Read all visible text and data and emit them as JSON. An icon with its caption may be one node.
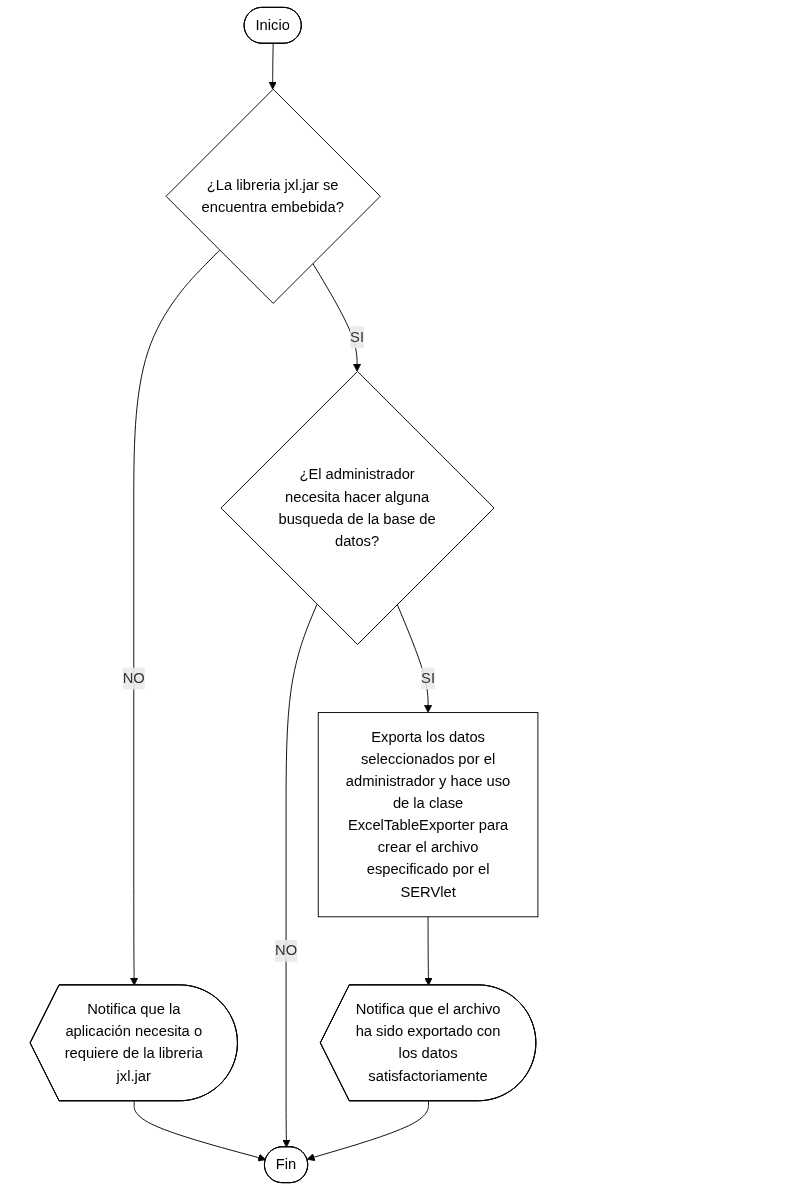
{
  "diagram": {
    "nodes": [
      {
        "text": [
          "Inicio"
        ]
      },
      {
        "text": [
          "¿La libreria jxl.jar se encuentra embebida?"
        ]
      },
      {
        "text": [
          "Notifica que la aplicación necesita o requiere de la libreria jxl.jar"
        ]
      },
      {
        "text": [
          "Fin"
        ]
      },
      {
        "text": [
          "¿El administrador necesita hacer alguna busqueda de la base de datos?"
        ]
      },
      {
        "text": [
          "Exporta los datos seleccionados por el administrador y hace uso de la clase ExcelTableExporter para crear el archivo especificado por el SERVlet"
        ]
      },
      {
        "text": [
          "Notifica que el archivo ha sido exportado con los datos satisfactoriamente"
        ]
      }
    ],
    "edges": [
      {
        "from": 0,
        "to": 1,
        "arrow": "to"
      },
      {
        "from": 1,
        "to": 2,
        "arrow": "to",
        "label": "NO"
      },
      {
        "from": 2,
        "to": 3,
        "arrow": "to"
      },
      {
        "from": 1,
        "to": 4,
        "arrow": "to",
        "label": "SI"
      },
      {
        "from": 4,
        "to": 3,
        "arrow": "to",
        "label": "NO"
      },
      {
        "from": 4,
        "to": 5,
        "arrow": "to",
        "label": "SI"
      },
      {
        "from": 5,
        "to": 6,
        "arrow": "to"
      },
      {
        "from": 6,
        "to": 3,
        "arrow": "to"
      }
    ]
  }
}
